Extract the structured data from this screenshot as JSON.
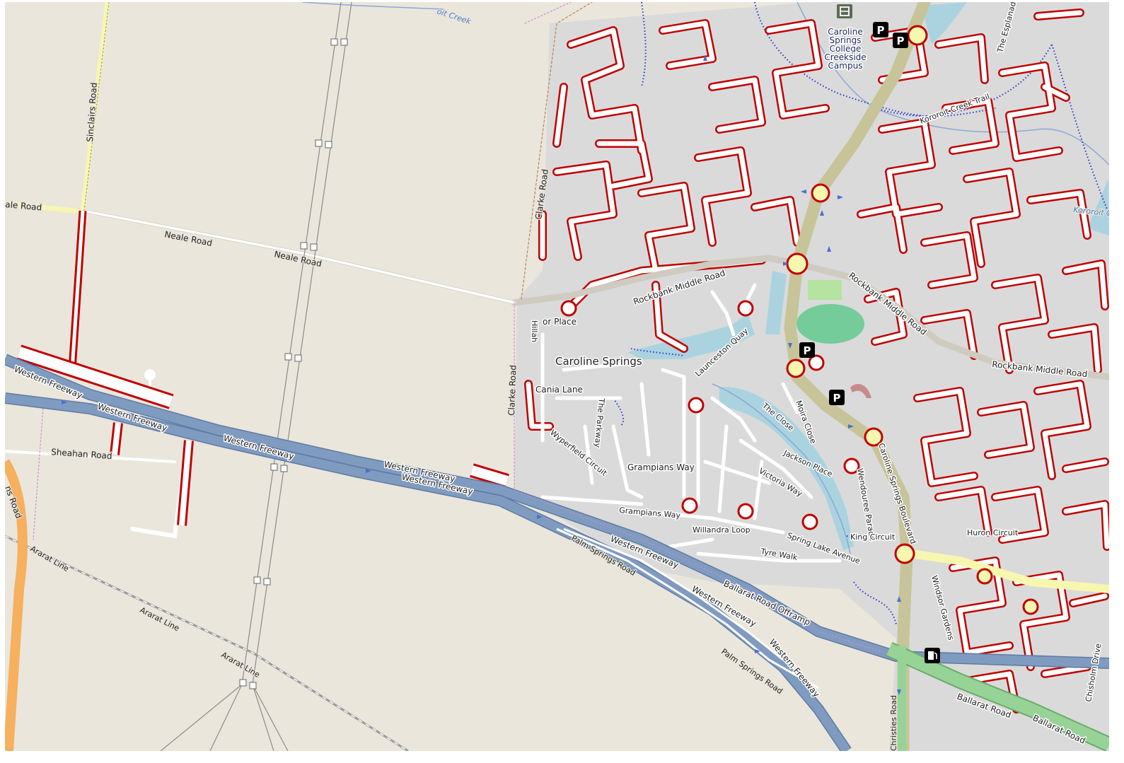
{
  "map": {
    "place": "Caroline Springs",
    "school": [
      "Caroline",
      "Springs",
      "College",
      "Creekside",
      "Campus"
    ],
    "parking_symbol": "P",
    "roads": {
      "neale_road_left": "ale Road",
      "neale_road_1": "Neale Road",
      "neale_road_2": "Neale Road",
      "sinclairs_road": "Sinclairs Road",
      "western_fwy_1": "Western Freeway",
      "western_fwy_2": "Western Freeway",
      "western_fwy_3": "Western Freeway",
      "western_fwy_4": "Western Freeway",
      "western_fwy_5": "Western Freeway",
      "western_fwy_6": "Western Freeway",
      "western_fwy_7": "Western Freeway",
      "western_fwy_8": "Western Freeway",
      "sheahan_road": "Sheahan Road",
      "ns_road": "ns Road",
      "ararat_line_1": "Ararat Line",
      "ararat_line_2": "Ararat Line",
      "ararat_line_3": "Ararat Line",
      "clarke_road_1": "Clarke Road",
      "clarke_road_2": "Clarke Road",
      "rockbank_middle_1": "Rockbank Middle Road",
      "rockbank_middle_2": "Rockbank Middle Road",
      "rockbank_middle_3": "Rockbank Middle Road",
      "kororoit_trail": "Kororoit Creek Trail",
      "the_esplanade": "The Esplanade",
      "kororoit_right": "Kororoit Cr",
      "creek_top": "oit Creek",
      "tor_place": "or Place",
      "hillah": "Hillah",
      "cania_lane": "Cania Lane",
      "the_parkway": "The Parkway",
      "launceston_quay": "Launceston Quay",
      "wyperfield_circuit": "Wyperfield Circuit",
      "grampians_way_1": "Grampians Way",
      "grampians_way_2": "Grampians Way",
      "the_close": "The Close",
      "moira_close": "Moira Close",
      "jackson_place": "Jackson Place",
      "victoria_way": "Victoria Way",
      "willandra_loop": "Willandra Loop",
      "tyre_walk": "Tyre Walk",
      "spring_lake_avenue": "Spring Lake Avenue",
      "wendouree_parade": "Wendouree Parade",
      "king_circuit": "King Circuit",
      "caroline_springs_blvd": "Caroline Springs Boulevard",
      "palm_springs_road_1": "Palm Springs Road",
      "palm_springs_road_2": "Palm Springs Road",
      "ballarat_offramp": "Ballarat Road Offramp",
      "ballarat_road_1": "Ballarat Road",
      "ballarat_road_2": "Ballarat Road",
      "christies_road": "Christies Road",
      "windsor_gardens": "Windsor Gardens",
      "chisholm_drive": "Chisholm Drive",
      "huron_circuit": "Huron Circuit"
    },
    "colors": {
      "background": "#eae6dc",
      "residential": "#dadada",
      "freeway": "#809bc0",
      "trunk": "#97d397",
      "primary": "#f7f7b0",
      "casing_red": "#c00000",
      "water": "#aad3df",
      "park": "#b5e3b5"
    }
  }
}
